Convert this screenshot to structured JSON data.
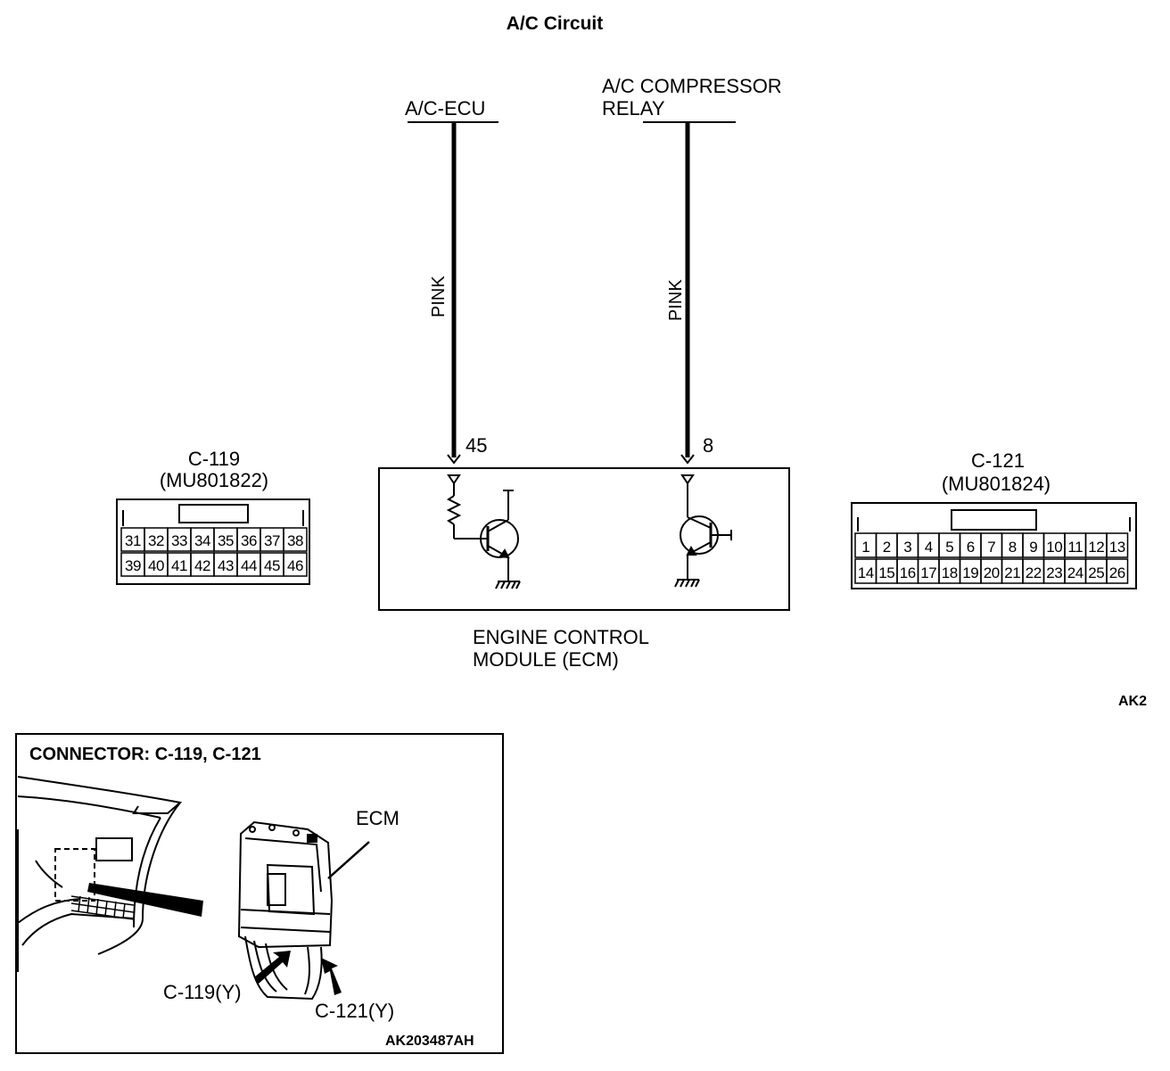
{
  "title": "A/C Circuit",
  "source_left": {
    "label": "A/C-ECU"
  },
  "source_right": {
    "label_line1": "A/C COMPRESSOR",
    "label_line2": "RELAY"
  },
  "wires": [
    {
      "color": "PINK",
      "pin": "45"
    },
    {
      "color": "PINK",
      "pin": "8"
    }
  ],
  "module": {
    "line1": "ENGINE CONTROL",
    "line2": "MODULE (ECM)"
  },
  "connectors": [
    {
      "name": "C-119",
      "part": "(MU801822)",
      "rows": [
        [
          "31",
          "32",
          "33",
          "34",
          "35",
          "36",
          "37",
          "38"
        ],
        [
          "39",
          "40",
          "41",
          "42",
          "43",
          "44",
          "45",
          "46"
        ]
      ]
    },
    {
      "name": "C-121",
      "part": "(MU801824)",
      "rows": [
        [
          "1",
          "2",
          "3",
          "4",
          "5",
          "6",
          "7",
          "8",
          "9",
          "10",
          "11",
          "12",
          "13"
        ],
        [
          "14",
          "15",
          "16",
          "17",
          "18",
          "19",
          "20",
          "21",
          "22",
          "23",
          "24",
          "25",
          "26"
        ]
      ]
    }
  ],
  "figure_code_top": "AK2",
  "location_panel": {
    "title": "CONNECTOR: C-119, C-121",
    "ecm_label": "ECM",
    "label_c119": "C-119(Y)",
    "label_c121": "C-121(Y)",
    "code": "AK203487AH"
  }
}
